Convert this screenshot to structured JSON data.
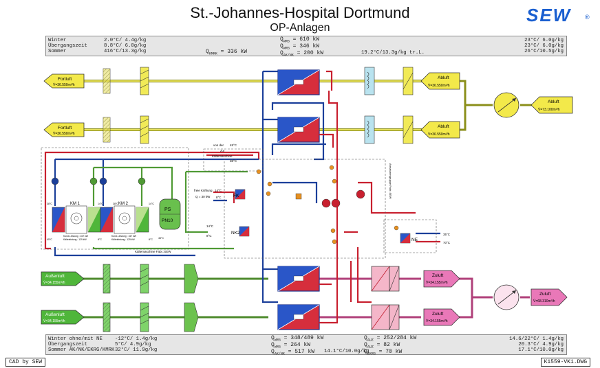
{
  "header": {
    "title": "St.-Johannes-Hospital Dortmund",
    "subtitle": "OP-Anlagen",
    "logo": "SEW",
    "logo_mark": "®"
  },
  "top_info": {
    "seasons": [
      "Winter",
      "Übergangszeit",
      "Sommer"
    ],
    "left_values": [
      "2.0°C/ 4.4g/kg",
      "8.8°C/ 6.0g/kg",
      "416°C/13.3g/kg"
    ],
    "q_kmrk_label": "Q",
    "q_kmrk_sub": "KMRK",
    "q_kmrk_value": "=  336  kW",
    "q_lines": [
      {
        "label": "Q",
        "sub": "WRG",
        "value": "=  610  kW"
      },
      {
        "label": "Q",
        "sub": "WRG",
        "value": "=  346  kW"
      },
      {
        "label": "Q",
        "sub": "AK/NK",
        "value": "=  200  kW"
      }
    ],
    "middle_note": "19.2°C/13.3g/kg tr.L.",
    "right_values": [
      "23°C/ 6.0g/kg",
      "23°C/ 6.0g/kg",
      "26°C/10.5g/kg"
    ]
  },
  "bottom_info": {
    "seasons": [
      "Winter ohne/mit NE",
      "Übergangszeit",
      "Sommer AK/NK/EKRG/KMRK"
    ],
    "left_values": [
      "-12°C/ 1.4g/kg",
      "5°C/ 4.9g/kg",
      "32°C/ 11.9g/kg"
    ],
    "q_lines": [
      {
        "label": "Q",
        "sub": "WRG",
        "value": "=  348/489  kW"
      },
      {
        "label": "Q",
        "sub": "WRG",
        "value": "=  264  kW"
      },
      {
        "label": "Q",
        "sub": "AK/NK",
        "value": "=  517  kW"
      }
    ],
    "middle_note": "14.1°C/10.0g/kg",
    "q2_lines": [
      {
        "label": "Q",
        "sub": "AUZ",
        "value": "=  252/284  kW"
      },
      {
        "label": "Q",
        "sub": "AUZ",
        "value": "=  82  kW"
      },
      {
        "label": "Q",
        "sub": "EKRG",
        "value": "=  70  kW"
      }
    ],
    "right_values": [
      "14.6/22°C/ 1.4g/kg",
      "20.3°C/ 4.9g/kg",
      "17.1°C/10.0g/kg"
    ]
  },
  "footer": {
    "left": "CAD  by  SEW",
    "right": "K1559-VK1.DWG"
  },
  "air_labels": {
    "fortluft_1": "Fortluft",
    "fortluft_1_flow": "V̇=36.550m³/h",
    "fortluft_2": "Fortluft",
    "fortluft_2_flow": "V̇=36.550m³/h",
    "abluft_1": "Abluft",
    "abluft_1_flow": "V̇=36.550m³/h",
    "abluft_2": "Abluft",
    "abluft_2_flow": "V̇=36.550m³/h",
    "abluft_main": "Abluft",
    "abluft_main_flow": "V̇=73.100m³/h",
    "aussenluft_1": "Außenluft",
    "aussenluft_1_flow": "V̇=34.155m³/h",
    "aussenluft_2": "Außenluft",
    "aussenluft_2_flow": "V̇=34.155m³/h",
    "zuluft_1": "Zuluft",
    "zuluft_1_flow": "V̇=34.155m³/h",
    "zuluft_2": "Zuluft",
    "zuluft_2_flow": "V̇=34.155m³/h",
    "zuluft_main": "Zuluft",
    "zuluft_main_flow": "V̇=68.310m³/h"
  },
  "plant_labels": {
    "km1": "KM  1",
    "km2": "KM  2",
    "ps": "PS",
    "pn10": "PN10",
    "kond_1a": "Kond.Leistung : 167 kW",
    "kond_1b": "Kälteleistung : 129 kW",
    "kond_2a": "Kond.Leistung : 167 kW",
    "kond_2b": "Kälteleistung : 129 kW",
    "kaeltemaschine_fabr": "Kältemaschine Fabr.:SEW",
    "von_der": "von der",
    "zur": "zur",
    "kaeltemaschine": "Kältemaschine",
    "t45": "45°C",
    "t38": "38°C",
    "freie_kuehlung": "freie Kühlung",
    "q30": "Q = 30 kW",
    "t14_top": "14°C",
    "t8_top": "8°C",
    "fk": "FK",
    "nk2": "NK2",
    "t14_bottom": "14°C",
    "t8_bottom": "8°C",
    "ne": "NE",
    "t35": "35°C",
    "t70": "70°C",
    "armaturen": "Armaturengruppe Fabr.:SEW",
    "t38_km1": "38°C",
    "t14_km1": "14°C",
    "t45_km1": "45°C",
    "t8_km1": "8°C",
    "t38_km2": "38°C",
    "t14_km2": "14°C",
    "t45_km2": "45°C",
    "t8_km2": "8°C",
    "t45_km2b": "45°C"
  }
}
